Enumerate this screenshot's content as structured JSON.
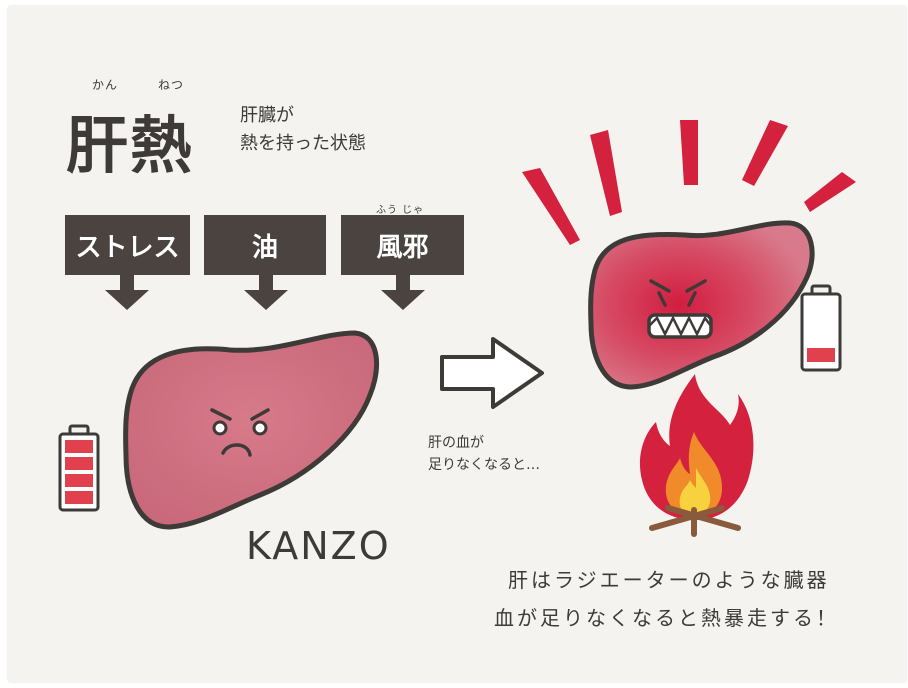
{
  "title": {
    "main": "肝熱",
    "ruby_left": "かん",
    "ruby_right": "ねつ",
    "subtitle": "肝臓が\n熱を持った状態"
  },
  "causes": [
    {
      "label": "ストレス"
    },
    {
      "label": "油"
    },
    {
      "label": "風邪",
      "ruby": "ふう じゃ"
    }
  ],
  "liver_label": "KANZO",
  "arrow_note": "肝の血が\n足りなくなると…",
  "bottom_text": {
    "line1": "肝はラジエーターのような臓器",
    "line2": "血が足りなくなると熱暴走する！"
  },
  "colors": {
    "background": "#f4f3ef",
    "ink": "#3d3a38",
    "box": "#4a4340",
    "liver": "#cf6f80",
    "hot_red": "#d4213d",
    "flame_orange": "#f08a2b",
    "flame_yellow": "#f7d23e"
  },
  "battery_left_level": "4/4",
  "battery_right_level": "1/4"
}
